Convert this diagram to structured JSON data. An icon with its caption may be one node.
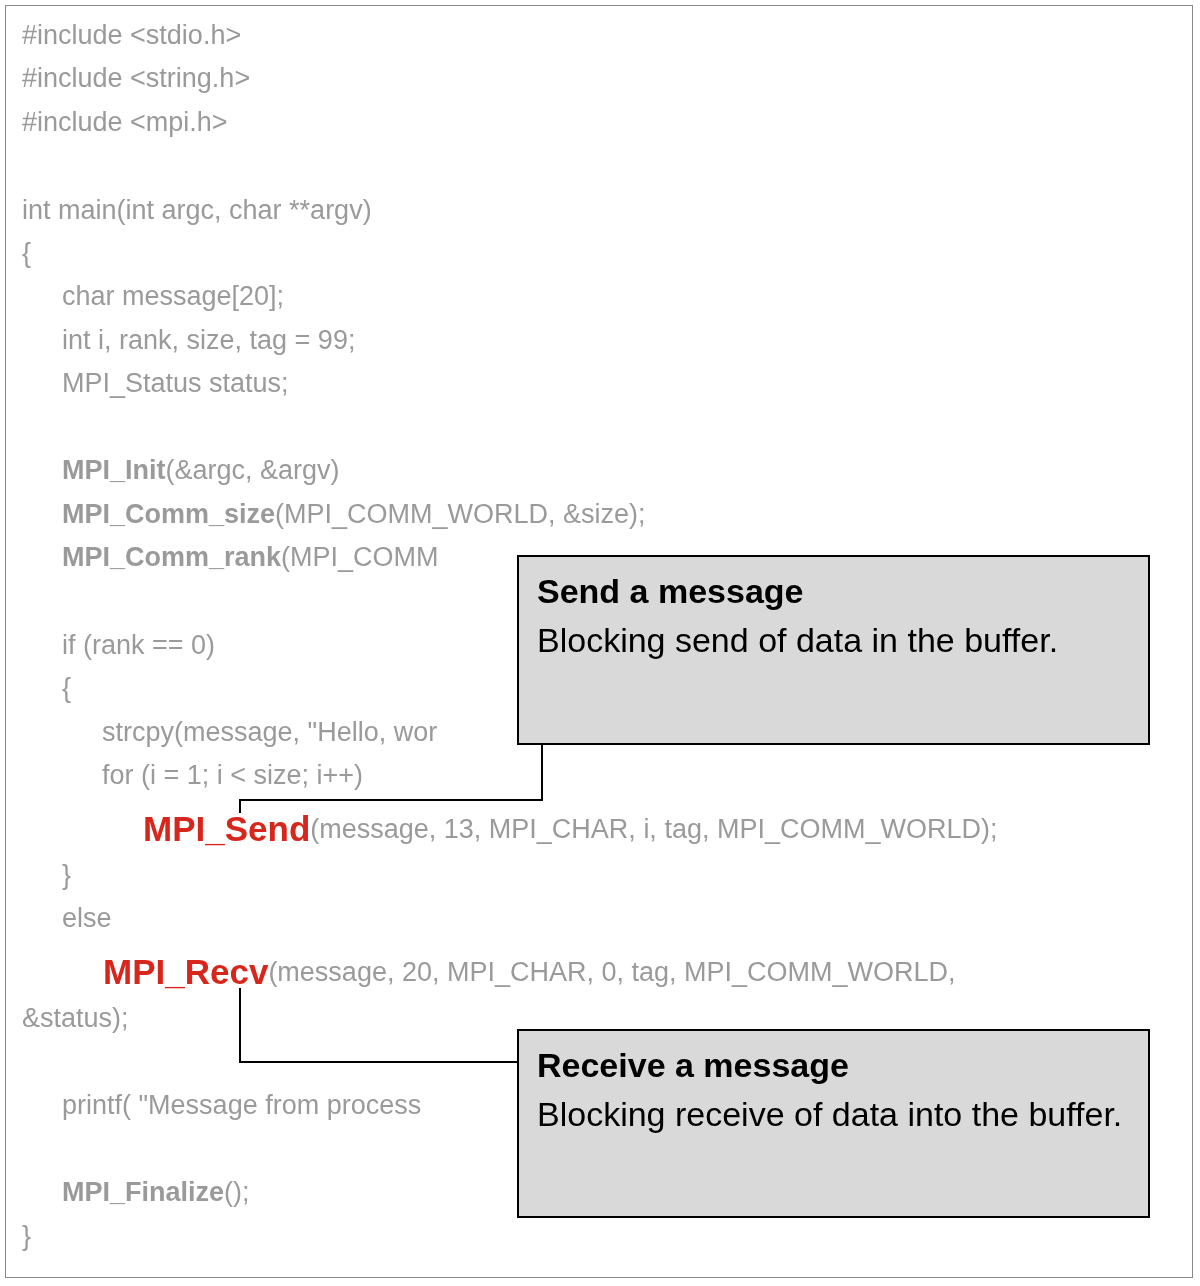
{
  "diagram": {
    "nodes": [
      {
        "text": [
          "Send a message",
          "Blocking send of data in the buffer."
        ]
      },
      {
        "text": [
          "MPI_Send"
        ]
      },
      {
        "text": [
          "Receive a message",
          "Blocking receive of data into the buffer."
        ]
      },
      {
        "text": [
          "MPI_Recv"
        ]
      }
    ],
    "edges": [
      {
        "from": 0,
        "to": 1,
        "arrow": "none"
      },
      {
        "from": 2,
        "to": 3,
        "arrow": "none"
      }
    ],
    "labels": [
      "#include <stdio.h>",
      "#include <string.h>",
      "#include <mpi.h>",
      "int main(int argc, char **argv)",
      "{",
      "char message[20];",
      "int i, rank, size, tag = 99;",
      "MPI_Status status;",
      "**MPI_Init**(&argc, &argv)",
      "**MPI_Comm_size**(MPI_COMM_WORLD, &size);",
      "**MPI_Comm_rank**(MPI_COMM",
      "if (rank == 0)",
      "{",
      "strcpy(message, \"Hello, wor",
      "for (i = 1; i < size; i++)",
      "(message, 13, MPI_CHAR, i, tag, MPI_COMM_WORLD);",
      "}",
      "else",
      "(message, 20, MPI_CHAR, 0, tag, MPI_COMM_WORLD,",
      "&status);",
      "printf( \"Message from process",
      "**MPI_Finalize**();",
      "}"
    ]
  }
}
